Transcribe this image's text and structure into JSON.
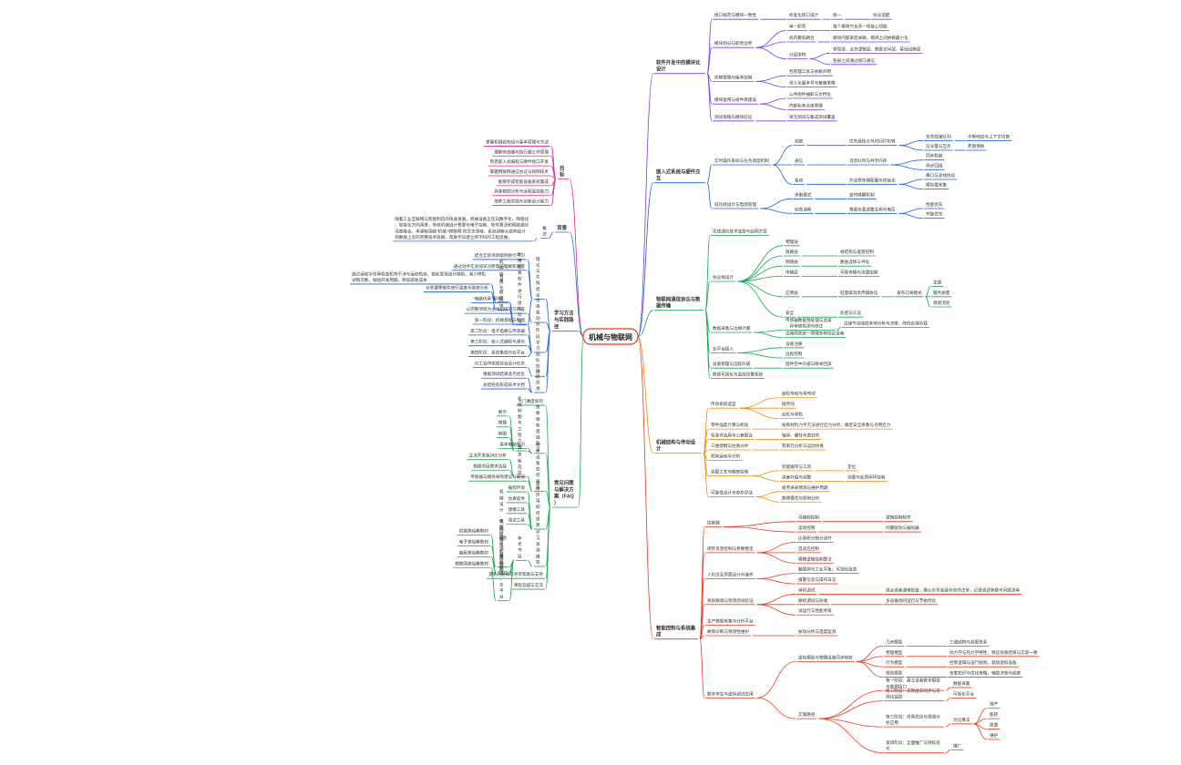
{
  "root": {
    "label": "机械与物联网"
  },
  "branches": [
    {
      "side": "right",
      "color": "#7b3fe4",
      "label": "软件开发中的模块化设计",
      "children": [
        {
          "label": "接口规范与模块一致性",
          "children": [
            {
              "label": "标准化接口设计",
              "children": [
                {
                  "label": "统一",
                  "children": [
                    {
                      "label": "协议适配"
                    }
                  ]
                }
              ]
            }
          ]
        },
        {
          "label": "模块划分与职责边界",
          "children": [
            {
              "label": "单一职责",
              "children": [
                {
                  "label": "每个模块只负责一项核心功能"
                }
              ]
            },
            {
              "label": "高内聚低耦合",
              "children": [
                {
                  "label": "模块内部紧密关联，模块之间依赖最小化"
                }
              ]
            },
            {
              "label": "分层架构",
              "children": [
                {
                  "label": "表现层、业务逻辑层、数据访问层、基础设施层"
                },
                {
                  "label": "各层之间通过接口通信"
                }
              ]
            }
          ]
        },
        {
          "label": "依赖管理与版本控制",
          "children": [
            {
              "label": "包管理工具与依赖声明"
            },
            {
              "label": "语义化版本号与兼容策略"
            }
          ]
        },
        {
          "label": "模块复用与组件库建设",
          "children": [
            {
              "label": "公共组件抽取与文档化"
            },
            {
              "label": "内部私有仓库管理"
            }
          ]
        },
        {
          "label": "测试策略与模块验证",
          "children": [
            {
              "label": "单元测试与集成测试覆盖"
            }
          ]
        }
      ]
    },
    {
      "side": "right",
      "color": "#1f5fd6",
      "label": "嵌入式系统与硬件交互",
      "children": [
        {
          "label": "实时操作系统与任务调度机制",
          "children": [
            {
              "label": "调度",
              "children": [
                {
                  "label": "优先级抢占与时间片轮转",
                  "children": [
                    {
                      "label": "任务就绪队列",
                      "children": [
                        {
                          "label": "中断响应与上下文切换"
                        }
                      ]
                    },
                    {
                      "label": "信号量与互斥",
                      "children": [
                        {
                          "label": "死锁预防"
                        }
                      ]
                    }
                  ]
                }
              ]
            },
            {
              "label": "通信",
              "children": [
                {
                  "label": "消息队列与共享内存",
                  "children": [
                    {
                      "label": "同步机制"
                    },
                    {
                      "label": "异步回调"
                    }
                  ]
                }
              ]
            },
            {
              "label": "驱动",
              "children": [
                {
                  "label": "外设寄存器配置与初始化",
                  "children": [
                    {
                      "label": "串口与总线协议"
                    },
                    {
                      "label": "模拟量采集"
                    }
                  ]
                }
              ]
            }
          ]
        },
        {
          "label": "低功耗设计与电源管理",
          "children": [
            {
              "label": "休眠模式",
              "children": [
                {
                  "label": "定时唤醒机制"
                }
              ]
            },
            {
              "label": "动态调频",
              "children": [
                {
                  "label": "根据负载调整主频与电压",
                  "children": [
                    {
                      "label": "性能优先"
                    },
                    {
                      "label": "节能优先"
                    }
                  ]
                }
              ]
            }
          ]
        }
      ]
    },
    {
      "side": "right",
      "color": "#1aa658",
      "label": "物联网通信协议与数据传输",
      "children": [
        {
          "label": "无线通信技术选型与组网方案"
        },
        {
          "label": "协议栈设计",
          "children": [
            {
              "label": "物理层"
            },
            {
              "label": "链路层",
              "children": [
                {
                  "label": "帧结构与差错控制"
                }
              ]
            },
            {
              "label": "网络层",
              "children": [
                {
                  "label": "路由选择与寻址"
                }
              ]
            },
            {
              "label": "传输层",
              "children": [
                {
                  "label": "可靠传输与流量控制"
                }
              ]
            },
            {
              "label": "应用层",
              "children": [
                {
                  "label": "轻量级消息传输协议",
                  "children": [
                    {
                      "label": "发布订阅模式",
                      "children": [
                        {
                          "label": "主题"
                        },
                        {
                          "label": "服务质量"
                        },
                        {
                          "label": "保留消息"
                        }
                      ]
                    }
                  ]
                }
              ]
            },
            {
              "label": "安全",
              "children": [
                {
                  "label": "加密与认证"
                }
              ]
            }
          ]
        },
        {
          "label": "数据采集与边缘计算",
          "children": [
            {
              "label": "传感器数据预处理与滤波、异常值检测与修正",
              "children": [
                {
                  "label": "边缘节点完成本地分析与决策，降低云端负载"
                }
              ]
            },
            {
              "label": "边缘网关统一管理多种协议设备"
            }
          ]
        },
        {
          "label": "云平台接入",
          "children": [
            {
              "label": "设备注册"
            },
            {
              "label": "远程控制"
            }
          ]
        },
        {
          "label": "设备管理与远程升级",
          "children": [
            {
              "label": "固件空中升级与版本回滚"
            }
          ]
        },
        {
          "label": "数据可视化与监控告警系统"
        }
      ]
    },
    {
      "side": "right",
      "color": "#e8900c",
      "label": "机械结构与传动设计",
      "children": [
        {
          "label": "传动系统选型",
          "children": [
            {
              "label": "齿轮传动与带传动"
            },
            {
              "label": "链传动"
            },
            {
              "label": "丝杠与导轨"
            }
          ]
        },
        {
          "label": "零件强度计算与校核",
          "children": [
            {
              "label": "按照材料力学方法进行应力分析，确定安全系数与许用应力"
            }
          ]
        },
        {
          "label": "标准件选用与公差配合",
          "children": [
            {
              "label": "轴承、螺栓与密封件"
            }
          ]
        },
        {
          "label": "三维建模与仿真分析",
          "children": [
            {
              "label": "有限元分析与运动仿真"
            }
          ]
        },
        {
          "label": "机构运动学分析"
        },
        {
          "label": "装配工艺与精度控制",
          "children": [
            {
              "label": "装配顺序与工装",
              "children": [
                {
                  "label": "定位"
                }
              ]
            },
            {
              "label": "误差补偿与调整",
              "children": [
                {
                  "label": "测量与反馈闭环控制"
                }
              ]
            }
          ]
        },
        {
          "label": "可靠性设计与寿命评估",
          "children": [
            {
              "label": "疲劳寿命预测与维护周期"
            },
            {
              "label": "故障模式与影响分析"
            }
          ]
        }
      ]
    },
    {
      "side": "right",
      "color": "#e04020",
      "label": "智能控制与系统集成",
      "children": [
        {
          "label": "控制器",
          "children": [
            {
              "label": "可编程控制",
              "children": [
                {
                  "label": "逻辑控制程序"
                }
              ]
            },
            {
              "label": "运动控制",
              "children": [
                {
                  "label": "伺服驱动与编码器"
                }
              ]
            }
          ]
        },
        {
          "label": "闭环反馈控制与参数整定",
          "children": [
            {
              "label": "比例积分微分调节"
            },
            {
              "label": "自适应控制"
            },
            {
              "label": "模糊逻辑控制算法"
            }
          ]
        },
        {
          "label": "人机交互界面设计与操作",
          "children": [
            {
              "label": "触摸屏与工业平板，可视化组态"
            },
            {
              "label": "报警信息与操作日志"
            }
          ]
        },
        {
          "label": "系统联调与现场测试验证",
          "children": [
            {
              "label": "单机调试",
              "children": [
                {
                  "label": "逐台设备通电检查，确认信号连接与动作正常，记录调试参数与问题清单"
                }
              ]
            },
            {
              "label": "联机调试与验收",
              "children": [
                {
                  "label": "多设备协同运行与节拍优化"
                }
              ]
            },
            {
              "label": "试运行与性能考核"
            }
          ]
        },
        {
          "label": "生产数据采集与分析平台"
        },
        {
          "label": "故障诊断与预测性维护",
          "children": [
            {
              "label": "振动分析与温度监测"
            }
          ]
        },
        {
          "label": "数字孪生与虚拟调试应用",
          "children": [
            {
              "label": "虚拟模型与物理设备同步映射",
              "children": [
                {
                  "label": "几何模型",
                  "children": [
                    {
                      "label": "三维结构与装配关系"
                    }
                  ]
                },
                {
                  "label": "物理模型",
                  "children": [
                    {
                      "label": "动力学与热力学特性，保证仿真结果与实际一致"
                    }
                  ]
                },
                {
                  "label": "行为模型",
                  "children": [
                    {
                      "label": "控制逻辑与运行规则，驱动虚拟设备"
                    }
                  ]
                },
                {
                  "label": "规则模型",
                  "children": [
                    {
                      "label": "专家知识与优化策略，辅助决策与调度"
                    }
                  ]
                }
              ]
            },
            {
              "label": "实施路径",
              "children": [
                {
                  "label": "第一阶段：建立设备数字模型与数据接口",
                  "children": [
                    {
                      "label": "数据采集"
                    }
                  ]
                },
                {
                  "label": "第二阶段：实现虚实同步与可视化监控",
                  "children": [
                    {
                      "label": "可视化平台"
                    }
                  ]
                },
                {
                  "label": "第三阶段：仿真优化与预测分析应用",
                  "children": [
                    {
                      "label": "优化算法",
                      "children": [
                        {
                          "label": "排产"
                        },
                        {
                          "label": "能耗"
                        },
                        {
                          "label": "质量"
                        },
                        {
                          "label": "维护"
                        }
                      ]
                    }
                  ]
                },
                {
                  "label": "第四阶段：全面推广与持续迭代",
                  "children": [
                    {
                      "label": "推广"
                    }
                  ]
                }
              ]
            }
          ]
        }
      ]
    },
    {
      "side": "left",
      "color": "#d6249f",
      "label": "目标",
      "children": [
        {
          "label": "掌握机械结构设计基本原理与方法"
        },
        {
          "label": "理解传感器与执行器工作原理"
        },
        {
          "label": "熟悉嵌入式编程与硬件接口开发"
        },
        {
          "label": "掌握物联网通信协议与组网技术"
        },
        {
          "label": "能够完成智能设备系统集成"
        },
        {
          "label": "具备数据分析与远程监控能力"
        },
        {
          "label": "培养工程实践与创新设计能力"
        }
      ]
    },
    {
      "side": "left",
      "color": "#2a6fdb",
      "label": "背景",
      "children": [
        {
          "label": "概述",
          "children": [
            {
              "label": "随着工业互联网与智能制造的快速发展，机械设备正在向数字化、网络化、智能化方向演进，传统机械设计需要与电子控制、软件算法和网络通信深度融合。本课程围绕“机械+物联网”的交叉领域，系统讲解从结构设计到数据上云的完整技术链路，帮助学员建立跨学科的工程思维。"
            }
          ]
        }
      ]
    },
    {
      "side": "left",
      "color": "#1f5fd6",
      "label": "学习方法与实践路径",
      "children": [
        {
          "label": "理论与实践结合",
          "children": [
            {
              "label": "结合实际项目案例进行学习"
            },
            {
              "label": "通过动手实验加深对原理的理解和掌握"
            },
            {
              "label": "利用仿真软件进行虚拟验证",
              "children": [
                {
                  "label": "“机构仿真”模块",
                  "children": [
                    {
                      "label": "通过运动学仿真检查机构干涉与运动轨迹，提前发现设计缺陷，减少样机试制次数，缩短开发周期，降低研发成本"
                    }
                  ]
                },
                {
                  "label": "“有限元”模块",
                  "children": [
                    {
                      "label": "对关键零部件进行强度与刚度分析"
                    }
                  ]
                },
                {
                  "label": "“电路仿真”模块"
                }
              ]
            }
          ]
        },
        {
          "label": "项目驱动",
          "children": [
            {
              "label": "以完整项目为主线组织学习内容"
            }
          ]
        },
        {
          "label": "分阶段学习",
          "children": [
            {
              "label": "第一阶段：机械基础与制图"
            },
            {
              "label": "第二阶段：电子电路与传感器"
            },
            {
              "label": "第三阶段：嵌入式编程与通信"
            },
            {
              "label": "第四阶段：系统集成与云平台"
            }
          ]
        },
        {
          "label": "团队协作",
          "children": [
            {
              "label": "分工合作完成综合设计任务"
            }
          ]
        },
        {
          "label": "持续改进",
          "children": [
            {
              "label": "根据测试结果迭代优化"
            },
            {
              "label": "总结经验形成技术文档"
            }
          ]
        }
      ]
    },
    {
      "side": "left",
      "color": "#1aa658",
      "label": "常见问题与解决方案（FAQ）",
      "children": [
        {
          "label": "入门难度如何"
        },
        {
          "label": "需要哪些基础知识",
          "children": [
            {
              "label": "机械制图与工程力学",
              "children": [
                {
                  "label": "数学"
                },
                {
                  "label": "物理"
                },
                {
                  "label": "制图"
                }
              ]
            },
            {
              "label": "基本电路知识"
            }
          ]
        },
        {
          "label": "硬件设备如何选择",
          "children": [
            {
              "label": "开发板选型",
              "children": [
                {
                  "label": "主流开发板对比分析"
                },
                {
                  "label": "根据项目需求选择"
                }
              ]
            },
            {
              "label": "传感器与模块采购建议与渠道"
            }
          ]
        },
        {
          "label": "软件环境如何搭建",
          "children": [
            {
              "label": "编程环境"
            },
            {
              "label": "仿真软件"
            },
            {
              "label": "建模工具"
            },
            {
              "label": "调试工具"
            }
          ]
        },
        {
          "label": "学习资源推荐",
          "children": [
            {
              "label": "参考书目",
              "children": [
                {
                  "label": "机械设计、机械原理、机械制图",
                  "children": [
                    {
                      "label": "机械类经典教材"
                    }
                  ]
                },
                {
                  "label": "电路、模电、数电",
                  "children": [
                    {
                      "label": "电子类经典教材"
                    }
                  ]
                },
                {
                  "label": "C语言、单片机",
                  "children": [
                    {
                      "label": "编程类经典教材"
                    }
                  ]
                },
                {
                  "label": "网络、通信、协议、云平台",
                  "children": [
                    {
                      "label": "物联网类经典教材"
                    }
                  ]
                }
              ]
            }
          ]
        },
        {
          "label": "遇到问题如何寻求帮助与支持"
        },
        {
          "label": "课程答疑与交流"
        }
      ]
    }
  ]
}
